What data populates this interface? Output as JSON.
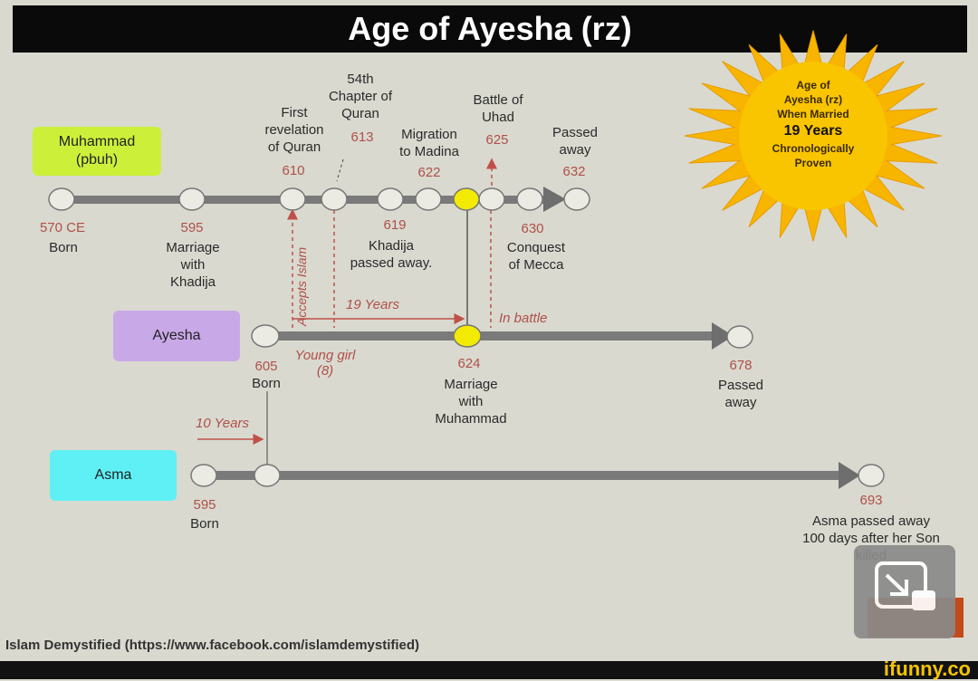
{
  "title": "Age of Ayesha (rz)",
  "badge": {
    "line1": "Age of",
    "line2": "Ayesha (rz)",
    "line3": "When Married",
    "line4": "19 Years",
    "line5": "Chronologically",
    "line6": "Proven"
  },
  "people": {
    "muhammad": "Muhammad\n(pbuh)",
    "ayesha": "Ayesha",
    "asma": "Asma"
  },
  "muhammad_events": {
    "born_year": "570 CE",
    "born_label": "Born",
    "marriage_year": "595",
    "marriage_label": "Marriage\nwith\nKhadija",
    "revelation_label": "First\nrevelation\nof Quran",
    "revelation_year": "610",
    "chapter_label": "54th\nChapter of\nQuran",
    "chapter_year": "613",
    "khadija_year": "619",
    "khadija_label": "Khadija\npassed away.",
    "migration_label": "Migration\nto Madina",
    "migration_year": "622",
    "uhad_label": "Battle of\nUhad",
    "uhad_year": "625",
    "conquest_year": "630",
    "conquest_label": "Conquest\nof Mecca",
    "passed_label": "Passed\naway",
    "passed_year": "632"
  },
  "ayesha_events": {
    "born_year": "605",
    "born_label": "Born",
    "young_girl": "Young girl\n(8)",
    "accepts_islam": "Accepts Islam",
    "nineteen_years": "19 Years",
    "in_battle": "In battle",
    "marriage_year": "624",
    "marriage_label": "Marriage\nwith\nMuhammad",
    "passed_year": "678",
    "passed_label": "Passed\naway"
  },
  "asma_events": {
    "ten_years": "10 Years",
    "born_year": "595",
    "born_label": "Born",
    "passed_year": "693",
    "passed_label": "Asma passed away\n100 days after her Son\nkilled"
  },
  "footer": "Islam Demystified (https://www.facebook.com/islamdemystified)",
  "watermark": "ifunny.co",
  "colors": {
    "muhammad_box": "#ccf03a",
    "ayesha_box": "#c9a8e8",
    "asma_box": "#5ff0f5",
    "highlight_node": "#f2ea00",
    "badge": "#f7b500"
  }
}
